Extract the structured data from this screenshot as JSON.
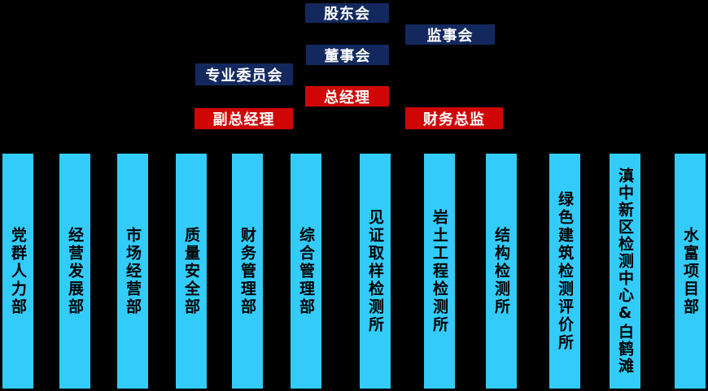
{
  "colors": {
    "background": "#000000",
    "navy": "#13295e",
    "red": "#d00606",
    "cyan": "#33ccfa",
    "topText": "#ffffff",
    "deptText": "#000000"
  },
  "org_chart": {
    "top_nodes": [
      {
        "label": "股东会"
      },
      {
        "label": "监事会"
      },
      {
        "label": "董事会"
      },
      {
        "label": "专业委员会"
      },
      {
        "label": "总经理"
      },
      {
        "label": "副总经理"
      },
      {
        "label": "财务总监"
      }
    ],
    "departments": [
      {
        "label": "党群人力部"
      },
      {
        "label": "经营发展部"
      },
      {
        "label": "市场经营部"
      },
      {
        "label": "质量安全部"
      },
      {
        "label": "财务管理部"
      },
      {
        "label": "综合管理部"
      },
      {
        "label": "见证取样检测所"
      },
      {
        "label": "岩土工程检测所"
      },
      {
        "label": "结构检测所"
      },
      {
        "label": "绿色建筑检测评价所"
      },
      {
        "label": "滇中新区检测中心&白鹤滩"
      },
      {
        "label": "水富项目部"
      }
    ]
  }
}
